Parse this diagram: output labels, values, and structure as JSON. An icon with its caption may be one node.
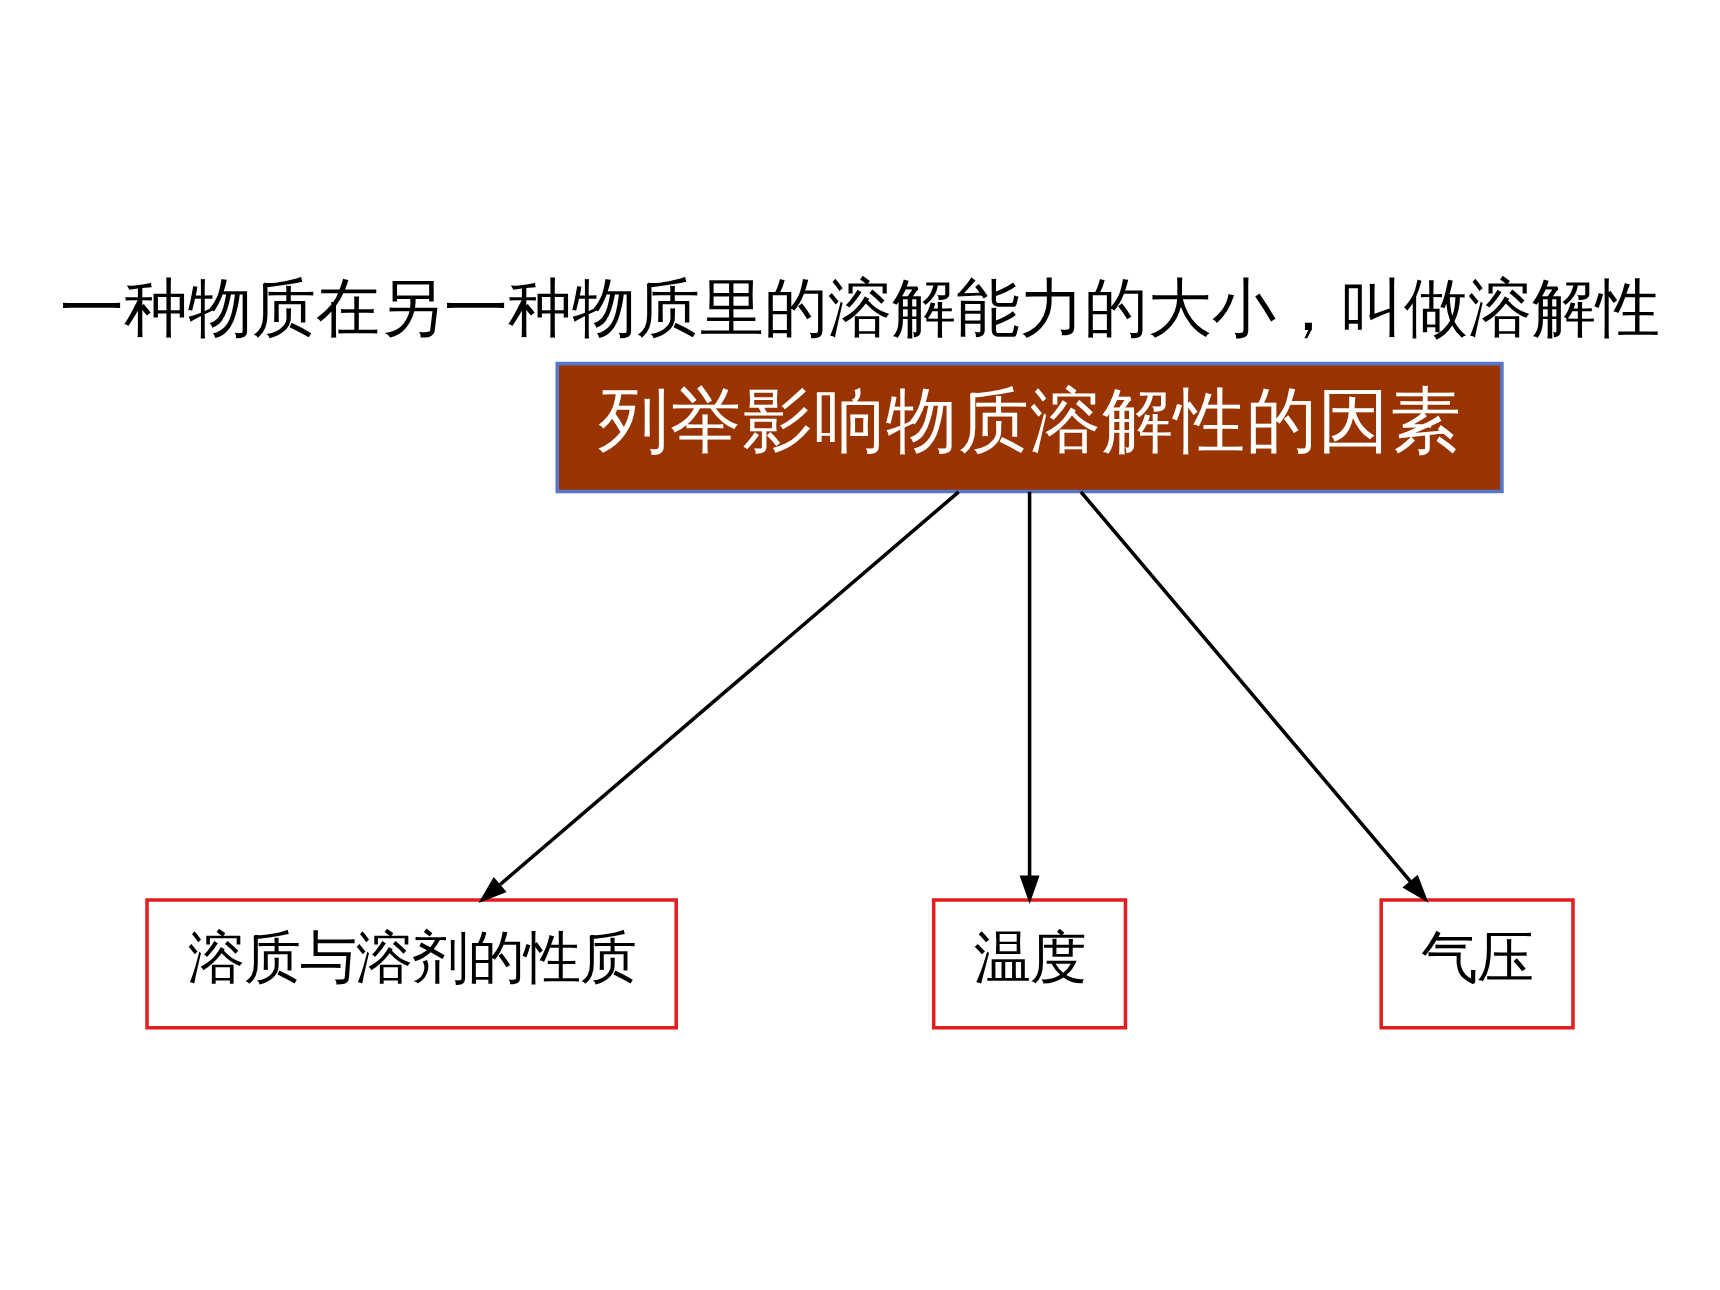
{
  "diagram": {
    "title": "一种物质在另一种物质里的溶解能力的大小，叫做溶解性",
    "nodes": [
      {
        "text": [
          "列举影响物质溶解性的因素"
        ]
      },
      {
        "text": [
          "溶质与溶剂的性质"
        ]
      },
      {
        "text": [
          "温度"
        ]
      },
      {
        "text": [
          "气压"
        ]
      }
    ],
    "edges": [
      {
        "from": 0,
        "to": 1,
        "arrow": "to"
      },
      {
        "from": 0,
        "to": 2,
        "arrow": "to"
      },
      {
        "from": 0,
        "to": 3,
        "arrow": "to"
      }
    ]
  }
}
